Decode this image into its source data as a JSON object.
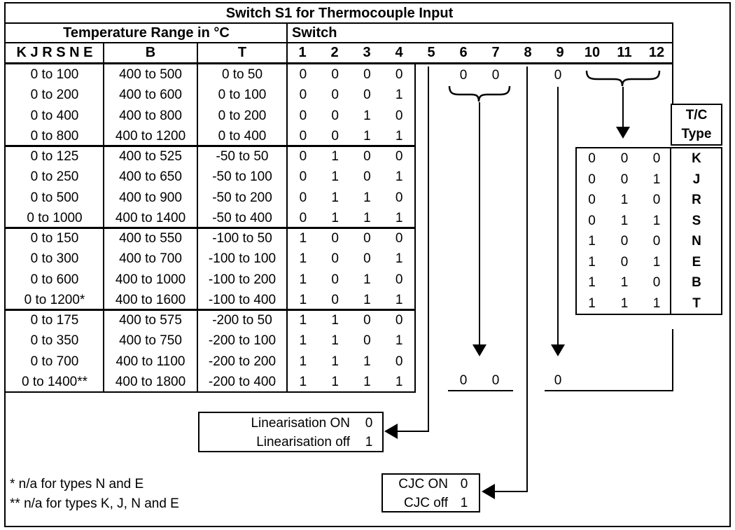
{
  "title": "Switch S1 for Thermocouple Input",
  "headers": {
    "temp_range": "Temperature Range in °C",
    "switch": "Switch",
    "col_kjrsne": "K J R S N E",
    "col_b": "B",
    "col_t": "T",
    "switch_numbers": [
      "1",
      "2",
      "3",
      "4",
      "5",
      "6",
      "7",
      "8",
      "9",
      "10",
      "11",
      "12"
    ]
  },
  "range_table": {
    "rows": [
      {
        "kjrsne": "0 to 100",
        "b": "400 to 500",
        "t": "0 to 50",
        "s": [
          "0",
          "0",
          "0",
          "0"
        ]
      },
      {
        "kjrsne": "0 to 200",
        "b": "400 to 600",
        "t": "0 to 100",
        "s": [
          "0",
          "0",
          "0",
          "1"
        ]
      },
      {
        "kjrsne": "0 to 400",
        "b": "400 to 800",
        "t": "0 to 200",
        "s": [
          "0",
          "0",
          "1",
          "0"
        ]
      },
      {
        "kjrsne": "0 to 800",
        "b": "400 to 1200",
        "t": "0 to 400",
        "s": [
          "0",
          "0",
          "1",
          "1"
        ]
      },
      {
        "kjrsne": "0 to 125",
        "b": "400 to 525",
        "t": "-50 to 50",
        "s": [
          "0",
          "1",
          "0",
          "0"
        ]
      },
      {
        "kjrsne": "0 to 250",
        "b": "400 to 650",
        "t": "-50 to 100",
        "s": [
          "0",
          "1",
          "0",
          "1"
        ]
      },
      {
        "kjrsne": "0 to 500",
        "b": "400 to 900",
        "t": "-50 to 200",
        "s": [
          "0",
          "1",
          "1",
          "0"
        ]
      },
      {
        "kjrsne": "0 to 1000",
        "b": "400 to 1400",
        "t": "-50 to 400",
        "s": [
          "0",
          "1",
          "1",
          "1"
        ]
      },
      {
        "kjrsne": "0 to 150",
        "b": "400 to 550",
        "t": "-100 to 50",
        "s": [
          "1",
          "0",
          "0",
          "0"
        ]
      },
      {
        "kjrsne": "0 to 300",
        "b": "400 to 700",
        "t": "-100 to 100",
        "s": [
          "1",
          "0",
          "0",
          "1"
        ]
      },
      {
        "kjrsne": "0 to 600",
        "b": "400 to 1000",
        "t": "-100 to 200",
        "s": [
          "1",
          "0",
          "1",
          "0"
        ]
      },
      {
        "kjrsne": "0 to 1200*",
        "b": "400 to 1600",
        "t": "-100 to 400",
        "s": [
          "1",
          "0",
          "1",
          "1"
        ]
      },
      {
        "kjrsne": "0 to 175",
        "b": "400 to 575",
        "t": "-200 to 50",
        "s": [
          "1",
          "1",
          "0",
          "0"
        ]
      },
      {
        "kjrsne": "0 to 350",
        "b": "400 to 750",
        "t": "-200 to 100",
        "s": [
          "1",
          "1",
          "0",
          "1"
        ]
      },
      {
        "kjrsne": "0 to 700",
        "b": "400 to 1100",
        "t": "-200 to 200",
        "s": [
          "1",
          "1",
          "1",
          "0"
        ]
      },
      {
        "kjrsne": "0 to 1400**",
        "b": "400 to 1800",
        "t": "-200 to 400",
        "s": [
          "1",
          "1",
          "1",
          "1"
        ]
      }
    ]
  },
  "inline_values": {
    "s6": "0",
    "s7": "0",
    "s9": "0"
  },
  "bottom_values": {
    "s6": "0",
    "s7": "0",
    "s9": "0"
  },
  "tc_table": {
    "header_line1": "T/C",
    "header_line2": "Type",
    "rows": [
      {
        "bits": [
          "0",
          "0",
          "0"
        ],
        "type": "K"
      },
      {
        "bits": [
          "0",
          "0",
          "1"
        ],
        "type": "J"
      },
      {
        "bits": [
          "0",
          "1",
          "0"
        ],
        "type": "R"
      },
      {
        "bits": [
          "0",
          "1",
          "1"
        ],
        "type": "S"
      },
      {
        "bits": [
          "1",
          "0",
          "0"
        ],
        "type": "N"
      },
      {
        "bits": [
          "1",
          "0",
          "1"
        ],
        "type": "E"
      },
      {
        "bits": [
          "1",
          "1",
          "0"
        ],
        "type": "B"
      },
      {
        "bits": [
          "1",
          "1",
          "1"
        ],
        "type": "T"
      }
    ]
  },
  "linearisation_box": {
    "on_label": "Linearisation ON",
    "on_value": "0",
    "off_label": "Linearisation off",
    "off_value": "1"
  },
  "cjc_box": {
    "on_label": "CJC ON",
    "on_value": "0",
    "off_label": "CJC off",
    "off_value": "1"
  },
  "footnotes": {
    "note1": "* n/a for types N and E",
    "note2": "** n/a for types K, J, N and E"
  },
  "colors": {
    "ink": "#000000",
    "paper": "#ffffff"
  }
}
